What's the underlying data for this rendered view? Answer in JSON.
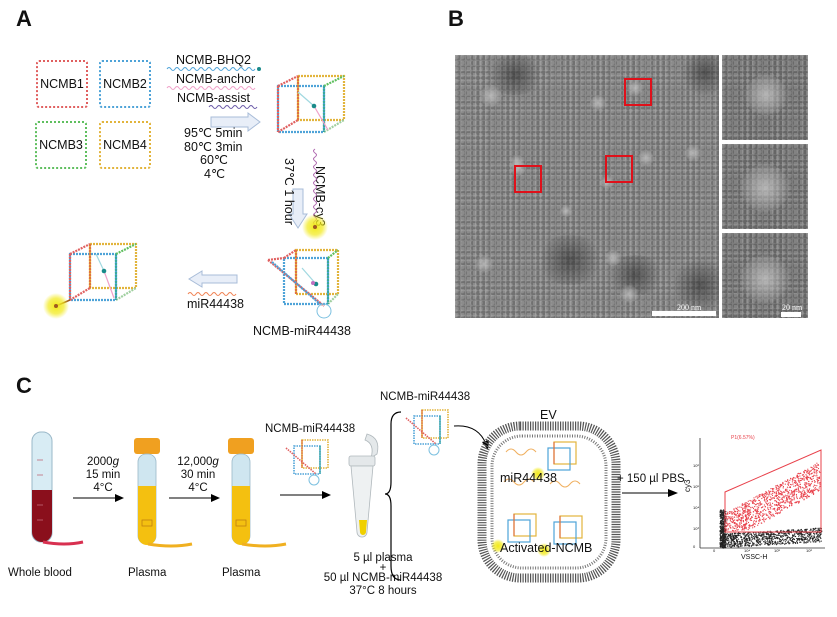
{
  "panels": {
    "A": {
      "letter": "A",
      "monomers": [
        {
          "label": "NCMB1",
          "color": "#e06060"
        },
        {
          "label": "NCMB2",
          "color": "#4ea3d8"
        },
        {
          "label": "NCMB3",
          "color": "#5fbf5f"
        },
        {
          "label": "NCMB4",
          "color": "#e2b43c"
        }
      ],
      "strands": [
        {
          "label": "NCMB-BHQ2",
          "color": "#4ea3d8"
        },
        {
          "label": "NCMB-anchor",
          "color": "#f0a0c8"
        },
        {
          "label": "NCMB-assist",
          "color": "#6a5aa8"
        }
      ],
      "annealing_steps": [
        "95℃  5min",
        "80℃  3min",
        "60℃",
        "4℃"
      ],
      "cy3_strand_label": "NCMB-cy3",
      "incubation_label": "37℃  1 hour",
      "target_label": "miR44438",
      "complex_label": "NCMB-miR44438"
    },
    "B": {
      "letter": "B",
      "scale_main": "200 nm",
      "scale_inset": "20 nm",
      "highlight_box_color": "#e0101a"
    },
    "C": {
      "letter": "C",
      "tubes": [
        {
          "label": "Whole blood"
        },
        {
          "label": "Plasma"
        },
        {
          "label": "Plasma"
        }
      ],
      "spin1": {
        "speed": "2000",
        "unit": "g",
        "time": "15 min",
        "temp": "4°C"
      },
      "spin2": {
        "speed": "12,000",
        "unit": "g",
        "time": "30 min",
        "temp": "4°C"
      },
      "probe_label_1": "NCMB-miR44438",
      "probe_label_2": "NCMB-miR44438",
      "mix_line1": "5 µl plasma",
      "mix_plus": "+",
      "mix_line2": "50 µl NCMB-miR44438",
      "mix_line3": "37°C  8 hours",
      "ev_label": "EV",
      "ev_mirna_label": "miR44438",
      "ev_activated_label": "Activated-NCMB",
      "pbs_label": "+ 150 µl PBS",
      "flow": {
        "gate_label": "P1(6.57%)",
        "y_axis_label": "cy3",
        "x_axis_label": "VSSC-H",
        "x_ticks": [
          "0",
          "10⁴",
          "10⁵",
          "10⁶"
        ],
        "y_ticks": [
          "0",
          "10³",
          "10⁴",
          "10⁵",
          "10⁶"
        ],
        "gate_color": "#e8404a"
      }
    }
  }
}
